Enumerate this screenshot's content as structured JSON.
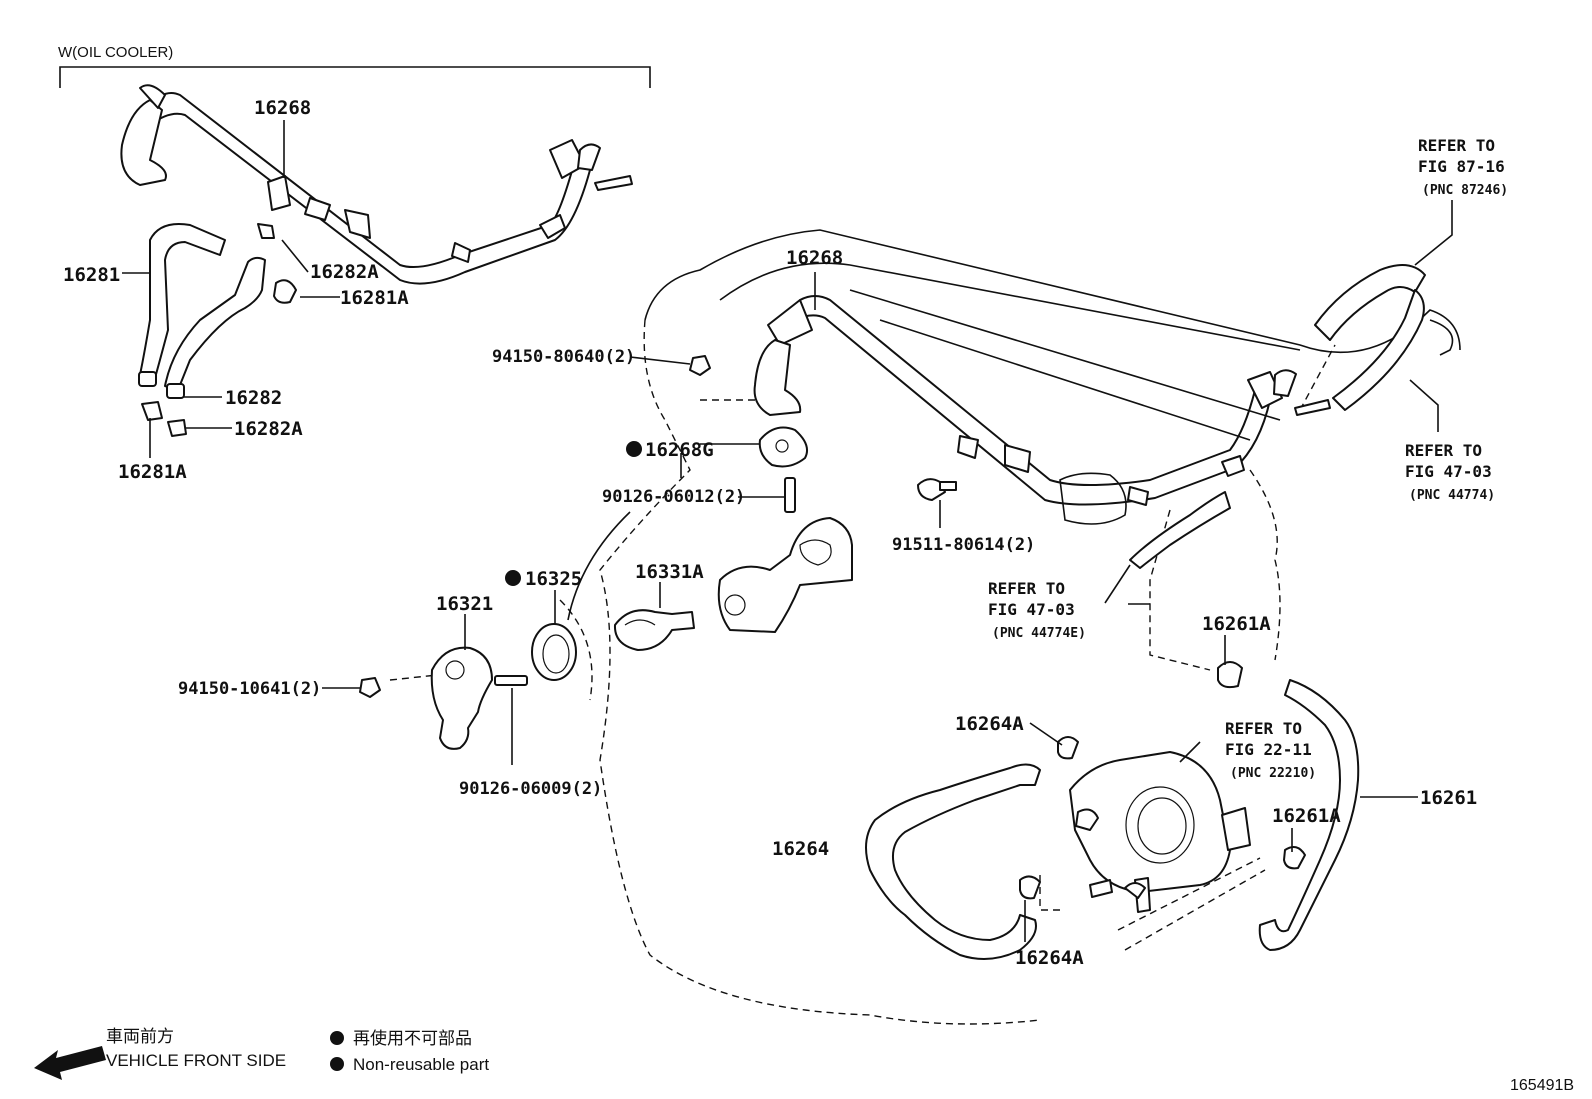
{
  "header": {
    "variant_label": "W(OIL COOLER)"
  },
  "figure_id": "165491B",
  "legend": {
    "direction_jp": "車両前方",
    "direction_en": "VEHICLE FRONT SIDE",
    "nonreusable_jp": "再使用不可部品",
    "nonreusable_en": "Non-reusable part"
  },
  "callouts": {
    "c16268_top": "16268",
    "c16281": "16281",
    "c16282A_a": "16282A",
    "c16281A_a": "16281A",
    "c16282": "16282",
    "c16282A_b": "16282A",
    "c16281A_b": "16281A",
    "c16268_mid": "16268",
    "c94150_80640": "94150-80640(2)",
    "c16268G": "16268G",
    "c90126_06012": "90126-06012(2)",
    "c16325": "16325",
    "c16331A": "16331A",
    "c16321": "16321",
    "c94150_10641": "94150-10641(2)",
    "c90126_06009": "90126-06009(2)",
    "c91511_80614": "91511-80614(2)",
    "c16261A_a": "16261A",
    "c16264A_a": "16264A",
    "c16261": "16261",
    "c16261A_b": "16261A",
    "c16264": "16264",
    "c16264A_b": "16264A"
  },
  "references": {
    "r1": {
      "l1": "REFER TO",
      "l2": "FIG 87-16",
      "l3": "(PNC 87246)"
    },
    "r2": {
      "l1": "REFER TO",
      "l2": "FIG 47-03",
      "l3": "(PNC 44774)"
    },
    "r3": {
      "l1": "REFER TO",
      "l2": "FIG 47-03",
      "l3": "(PNC 44774E)"
    },
    "r4": {
      "l1": "REFER TO",
      "l2": "FIG 22-11",
      "l3": "(PNC 22210)"
    }
  }
}
